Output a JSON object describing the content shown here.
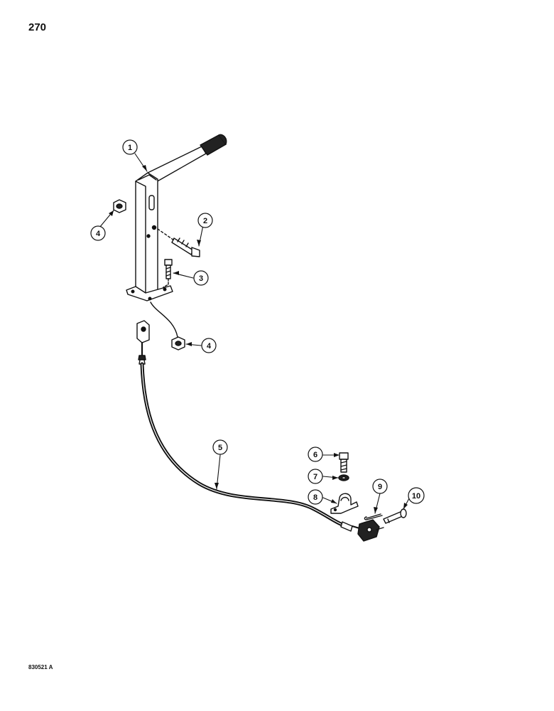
{
  "page": {
    "number": "270",
    "figure_code": "830521 A"
  },
  "callouts": [
    {
      "id": "c1",
      "label": "1"
    },
    {
      "id": "c2",
      "label": "2"
    },
    {
      "id": "c3",
      "label": "3"
    },
    {
      "id": "c4a",
      "label": "4"
    },
    {
      "id": "c4b",
      "label": "4"
    },
    {
      "id": "c5",
      "label": "5"
    },
    {
      "id": "c6",
      "label": "6"
    },
    {
      "id": "c7",
      "label": "7"
    },
    {
      "id": "c8",
      "label": "8"
    },
    {
      "id": "c9",
      "label": "9"
    },
    {
      "id": "c10",
      "label": "10"
    }
  ],
  "colors": {
    "ink": "#111111",
    "paper": "#ffffff"
  }
}
